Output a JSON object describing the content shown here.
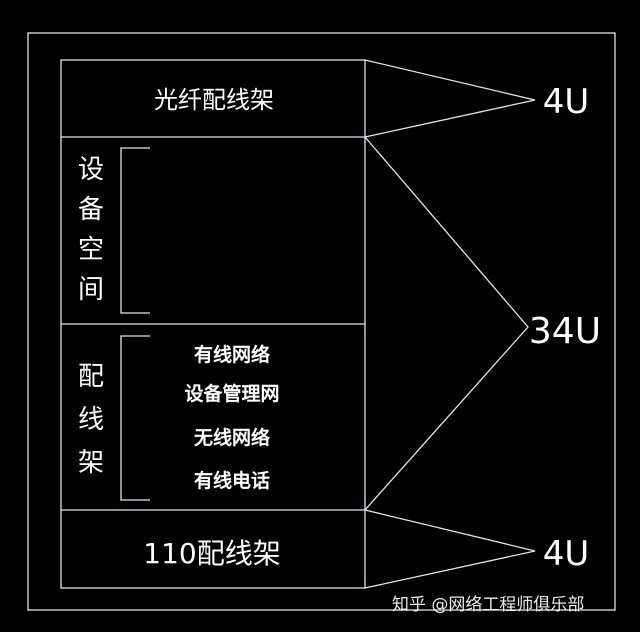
{
  "sections": {
    "fiber_panel": "光纤配线架",
    "equipment_space": [
      "设",
      "备",
      "空",
      "间"
    ],
    "patch_panel": [
      "配",
      "线",
      "架"
    ],
    "patch_items": [
      "有线网络",
      "设备管理网",
      "无线网络",
      "有线电话"
    ],
    "panel_110": "110配线架"
  },
  "units": {
    "top": "4U",
    "middle": "34U",
    "bottom": "4U"
  },
  "watermark": "知乎 @网络工程师俱乐部",
  "colors": {
    "background": "#000000",
    "line": "#d8e8ee",
    "text": "#ffffff"
  }
}
